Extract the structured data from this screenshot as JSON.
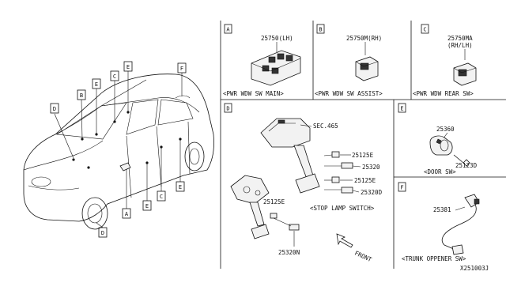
{
  "car_callouts": {
    "a": "A",
    "b": "B",
    "c": "C",
    "d_left": "D",
    "d_bottom": "D",
    "e1": "E",
    "e2": "E",
    "e3": "E",
    "e4": "E",
    "f": "F"
  },
  "panel_a": {
    "letter": "A",
    "part": "25750(LH)",
    "caption": "<PWR WDW SW MAIN>"
  },
  "panel_b": {
    "letter": "B",
    "part": "25750M(RH)",
    "caption": "<PWR WDW SW ASSIST>"
  },
  "panel_c": {
    "letter": "C",
    "part_line1": "25750MA",
    "part_line2": "(RH/LH)",
    "caption": "<PWR WDW REAR SW>"
  },
  "panel_d": {
    "letter": "D",
    "sec": "SEC.465",
    "parts": [
      "25125E",
      "25320",
      "25125E",
      "25320D",
      "25125E",
      "25320N"
    ],
    "caption": "<STOP LAMP SWITCH>",
    "front": "FRONT"
  },
  "panel_e": {
    "letter": "E",
    "parts": [
      "25360",
      "25123D"
    ],
    "caption": "<DOOR SW>"
  },
  "panel_f": {
    "letter": "F",
    "part": "25381",
    "caption": "<TRUNK OPPENER SW>"
  },
  "diagram_code": "X251003J"
}
